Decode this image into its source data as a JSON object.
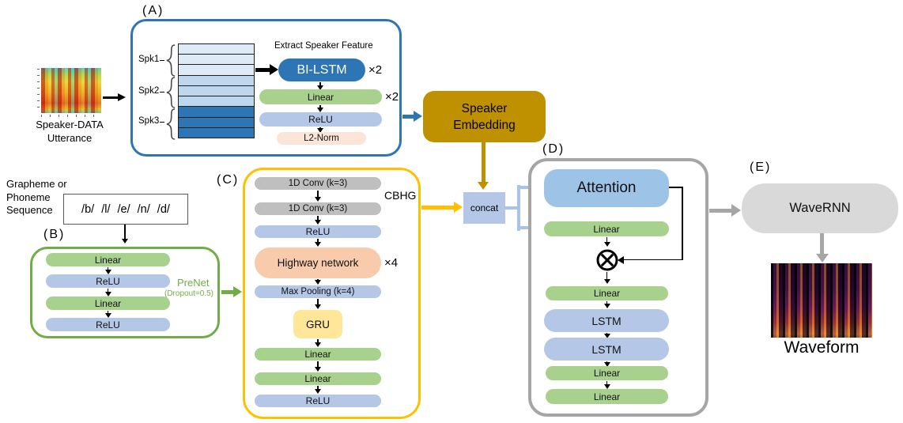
{
  "input": {
    "caption_line1": "Speaker-DATA",
    "caption_line2": "Utterance"
  },
  "section_a": {
    "label": "(A)",
    "speakers": [
      "Spk1",
      "Spk2",
      "Spk3"
    ],
    "extract_title": "Extract Speaker Feature",
    "bilstm": "BI-LSTM",
    "bilstm_mult": "×2",
    "linear": "Linear",
    "linear_mult": "×2",
    "relu": "ReLU",
    "l2norm": "L2-Norm"
  },
  "speaker_embedding": {
    "line1": "Speaker",
    "line2": "Embedding"
  },
  "text_input": {
    "line1": "Grapheme or",
    "line2": "Phoneme",
    "line3": "Sequence",
    "phonemes": "/b/ /l/ /e/ /n/ /d/"
  },
  "section_b": {
    "label": "(B)",
    "blocks": [
      "Linear",
      "ReLU",
      "Linear",
      "ReLU"
    ],
    "prenet": "PreNet",
    "dropout": "(Dropout=0.5)"
  },
  "section_c": {
    "label": "(C)",
    "cbhg": "CBHG",
    "conv1": "1D Conv (k=3)",
    "conv2": "1D Conv (k=3)",
    "relu1": "ReLU",
    "highway": "Highway network",
    "highway_mult": "×4",
    "maxpool": "Max Pooling (k=4)",
    "gru": "GRU",
    "linear1": "Linear",
    "linear2": "Linear",
    "relu2": "ReLU"
  },
  "concat_label": "concat",
  "section_d": {
    "label": "(D)",
    "attention": "Attention",
    "linear_top": "Linear",
    "linear_mid": "Linear",
    "lstm1": "LSTM",
    "lstm2": "LSTM",
    "linear3": "Linear",
    "linear4": "Linear"
  },
  "section_e": {
    "label": "(E)",
    "wavernn": "WaveRNN",
    "waveform_caption": "Waveform"
  },
  "colors": {
    "section_a_border": "#2E75B6",
    "section_b_border": "#70AD47",
    "section_c_border": "#FFC000",
    "section_d_border": "#A6A6A6",
    "bilstm_fill": "#2E75B6",
    "linear_fill": "#A9D18E",
    "relu_fill": "#B4C7E7",
    "l2norm_fill": "#FBE5D6",
    "conv_fill": "#BFBFBF",
    "highway_fill": "#F8CBAD",
    "gru_fill": "#FFE699",
    "attention_fill": "#9DC3E6",
    "lstm_fill": "#B4C7E7",
    "wavernn_fill": "#D9D9D9",
    "speaker_embedding_fill": "#BF9000",
    "concat_fill": "#B4C7E7",
    "connector_blue": "#A9C3E8",
    "stack_row_light": "#DEEAF6",
    "stack_row_mid": "#BDD7EE",
    "stack_row_dark": "#2E75B6"
  }
}
